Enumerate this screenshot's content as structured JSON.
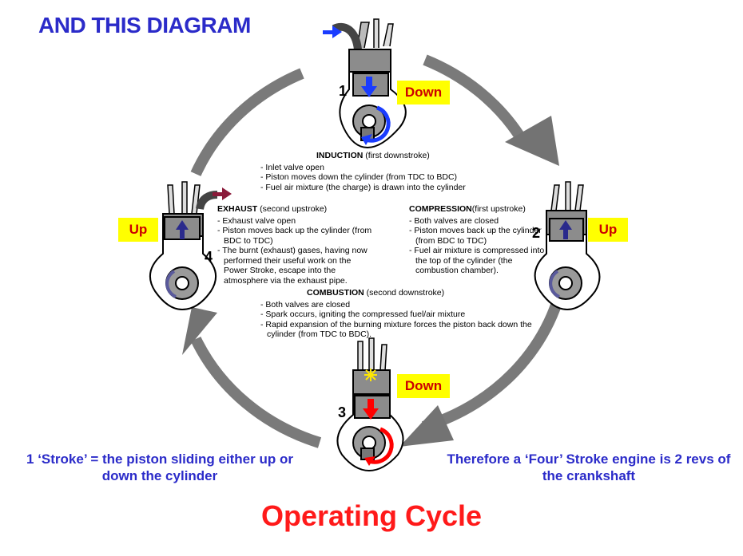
{
  "heading": "AND THIS DIAGRAM",
  "strokes": {
    "induction": {
      "number": "1",
      "direction": "Down",
      "title": "INDUCTION",
      "subtitle": "(first downstroke)",
      "items": [
        "Inlet valve open",
        "Piston moves down the cylinder (from TDC to BDC)",
        "Fuel air mixture (the charge) is drawn into the cylinder"
      ]
    },
    "compression": {
      "number": "2",
      "direction": "Up",
      "title": "COMPRESSION",
      "subtitle": "(first upstroke)",
      "items": [
        "Both valves are closed",
        "Piston moves back up the cylinder (from BDC to TDC)",
        "Fuel air mixture is compressed into the top of the cylinder (the combustion chamber)."
      ]
    },
    "combustion": {
      "number": "3",
      "direction": "Down",
      "title": "COMBUSTION",
      "subtitle": "(second downstroke)",
      "items": [
        "Both valves are closed",
        "Spark occurs, igniting the compressed fuel/air mixture",
        "Rapid expansion of the burning mixture forces the piston back down the cylinder (from TDC to BDC)."
      ]
    },
    "exhaust": {
      "number": "4",
      "direction": "Up",
      "title": "EXHAUST",
      "subtitle": "(second upstroke)",
      "items": [
        "Exhaust valve open",
        "Piston moves back up the cylinder (from BDC to TDC)",
        "The burnt (exhaust) gases, having now performed their useful work on the Power Stroke, escape into the atmosphere via the exhaust pipe."
      ]
    }
  },
  "footnotes": {
    "left": "1 ‘Stroke’ = the piston sliding either up or down the cylinder",
    "right": "Therefore a ‘Four’ Stroke engine is 2 revs of the crankshaft"
  },
  "cycle_title": "Operating Cycle",
  "colors": {
    "heading": "#2b2bc9",
    "title": "#ff1a1a",
    "badge_bg": "#ffff00",
    "badge_text": "#cc0000",
    "cycle_arrow": "#737373",
    "cylinder": "#8c8c8c",
    "induction_arrow": "#1a3cff",
    "combustion_arrow": "#ff0000",
    "exhaust_arrow": "#8b1a3a",
    "compression_arrow": "#2a2a8c",
    "spark": "#ffe800"
  },
  "icons": [
    "cycle-arrow-icon",
    "engine-cylinder-icon",
    "piston-arrow-icon",
    "crank-rotation-icon",
    "spark-icon",
    "intake-arrow-icon",
    "exhaust-arrow-icon"
  ]
}
